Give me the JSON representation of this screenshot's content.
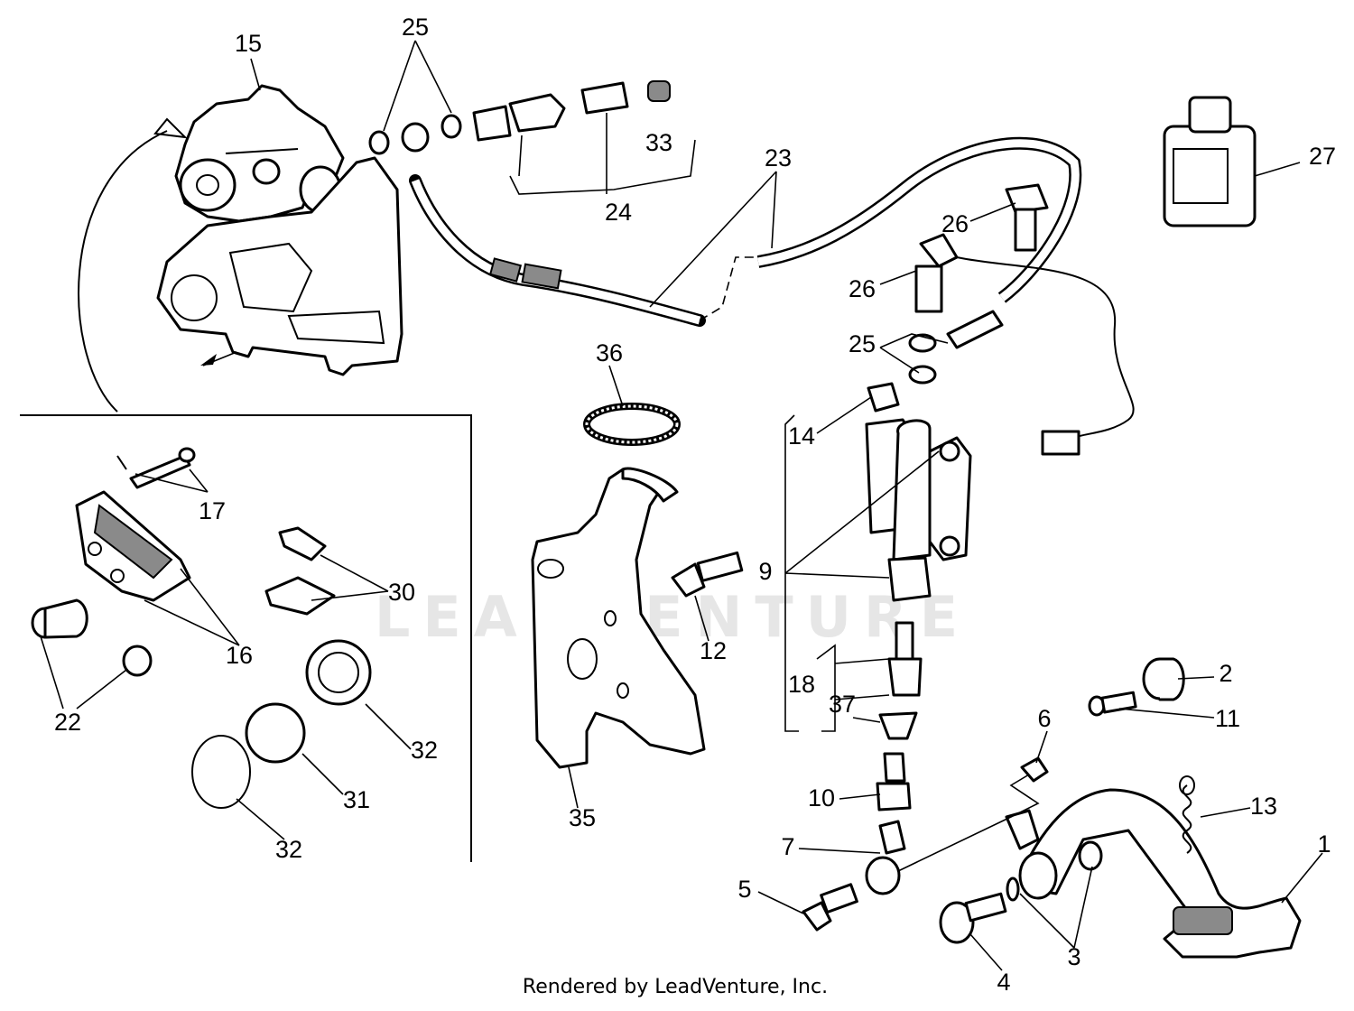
{
  "callouts": {
    "c1": "1",
    "c2": "2",
    "c3": "3",
    "c4": "4",
    "c5": "5",
    "c6": "6",
    "c7": "7",
    "c9": "9",
    "c10": "10",
    "c11": "11",
    "c12": "12",
    "c13": "13",
    "c14": "14",
    "c15": "15",
    "c16": "16",
    "c17": "17",
    "c18": "18",
    "c22": "22",
    "c23": "23",
    "c24": "24",
    "c25a": "25",
    "c25b": "25",
    "c26a": "26",
    "c26b": "26",
    "c27": "27",
    "c30": "30",
    "c31": "31",
    "c32a": "32",
    "c32b": "32",
    "c33": "33",
    "c35": "35",
    "c36": "36",
    "c37": "37"
  },
  "watermark": "LEADVENTURE",
  "footer": "Rendered by LeadVenture, Inc."
}
